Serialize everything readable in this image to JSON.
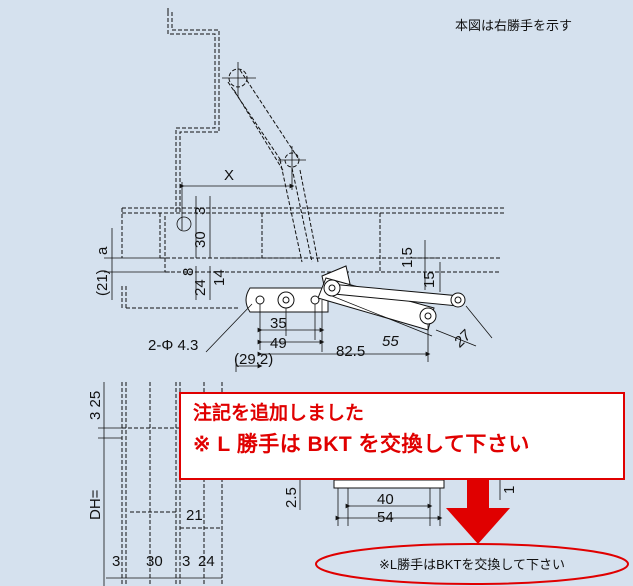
{
  "header_note": "本図は右勝手を示す",
  "callout": {
    "line1": "注記を追加しました",
    "line2": "※ L 勝手は BKT を交換して下さい"
  },
  "bottom_note": "※L勝手はBKTを交換して下さい",
  "colors": {
    "background": "#d5e1ee",
    "accent": "#e00000",
    "line": "#111111"
  },
  "dimensions": {
    "x": "X",
    "d3": "3",
    "d30": "30",
    "a": "a",
    "d1_5": "1.5",
    "d21p": "(21)",
    "d8": "8",
    "d24": "24",
    "d14": "14",
    "d15": "15",
    "d35": "35",
    "d49": "49",
    "d82_5": "82.5",
    "d55": "55",
    "d27": "27",
    "d29_2": "(29.2)",
    "phi": "2-Φ 4.3",
    "v3_25": "3 25",
    "dh": "DH=",
    "d21": "21",
    "b3a": "3",
    "b30": "30",
    "b3b": "3",
    "b24": "24",
    "b2_5": "2.5",
    "b40": "40",
    "b54": "54",
    "b1": "1"
  }
}
